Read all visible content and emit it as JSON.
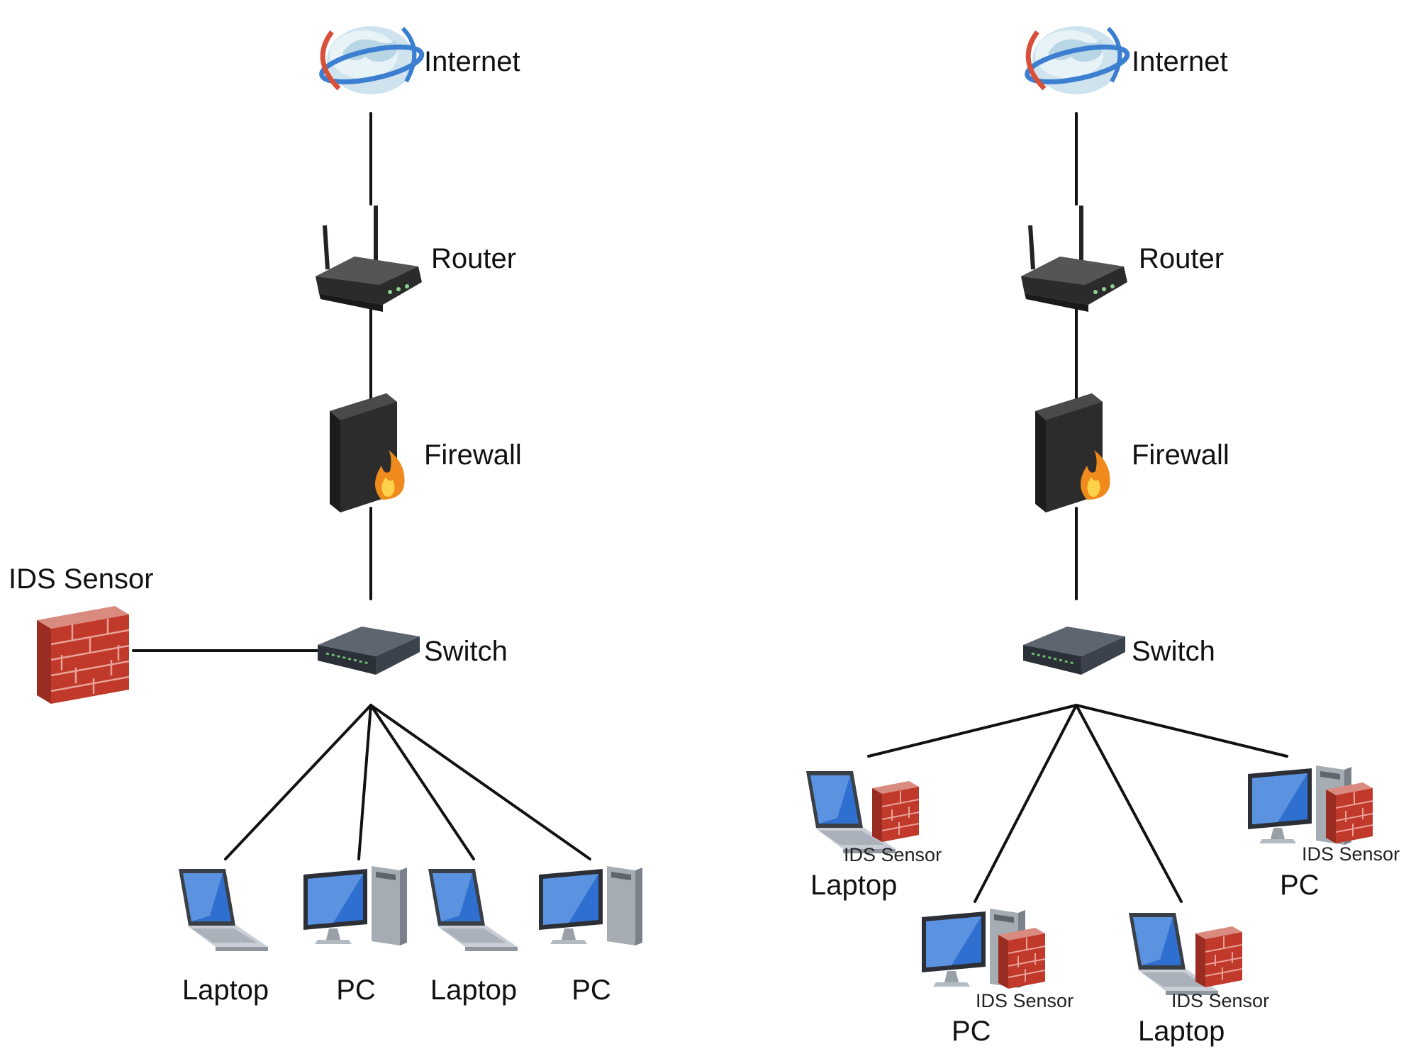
{
  "left_network": {
    "internet_label": "Internet",
    "router_label": "Router",
    "firewall_label": "Firewall",
    "switch_label": "Switch",
    "ids_label": "IDS Sensor",
    "endpoints": [
      {
        "label": "Laptop",
        "icon": "laptop-icon"
      },
      {
        "label": "PC",
        "icon": "pc-icon"
      },
      {
        "label": "Laptop",
        "icon": "laptop-icon"
      },
      {
        "label": "PC",
        "icon": "pc-icon"
      }
    ]
  },
  "right_network": {
    "internet_label": "Internet",
    "router_label": "Router",
    "firewall_label": "Firewall",
    "switch_label": "Switch",
    "endpoints": [
      {
        "label": "Laptop",
        "ids_label": "IDS Sensor",
        "icon": "laptop-icon"
      },
      {
        "label": "PC",
        "ids_label": "IDS Sensor",
        "icon": "pc-icon"
      },
      {
        "label": "Laptop",
        "ids_label": "IDS Sensor",
        "icon": "laptop-icon"
      },
      {
        "label": "PC",
        "ids_label": "IDS Sensor",
        "icon": "pc-icon"
      }
    ]
  },
  "icons": {
    "internet": "globe-icon",
    "router": "router-icon",
    "firewall": "firewall-appliance-icon",
    "switch": "switch-icon",
    "ids_sensor": "brick-wall-icon"
  },
  "colors": {
    "line": "#111111",
    "brick": "#c0392b",
    "screen": "#2f6fd0",
    "device_dark": "#2a2a2a"
  }
}
